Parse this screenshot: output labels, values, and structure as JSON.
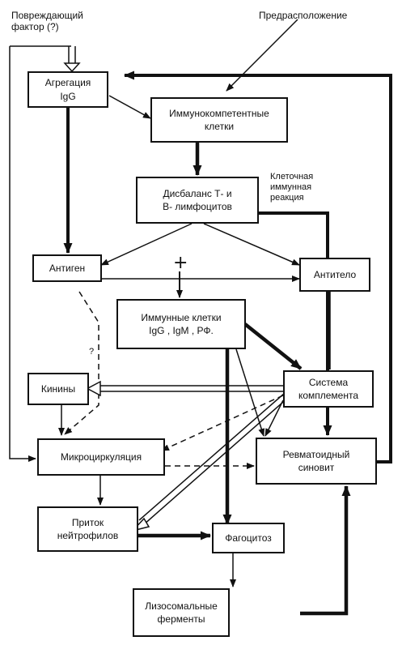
{
  "labels": {
    "damaging_factor": "Повреждающий\nфактор (?)",
    "predisposition": "Предрасположение",
    "cellular_reaction": "Клеточная\nиммунная\nреакция",
    "plus": "+",
    "question": "?"
  },
  "nodes": {
    "aggregation": "Агрегация\nIgG",
    "immunocompetent": "Иммунокомпетентные\nклетки",
    "disbalance": "Дисбаланс Т- и\nВ- лимфоцитов",
    "antigen": "Антиген",
    "antibody": "Антитело",
    "immune_cells": "Иммунные клетки\nIgG , IgM , РФ.",
    "kinins": "Кинины",
    "complement": "Система\nкомплемента",
    "microcirculation": "Микроциркуляция",
    "synovitis": "Ревматоидный\nсиновит",
    "neutrophil_inflow": "Приток\nнейтрофилов",
    "phagocytosis": "Фагоцитоз",
    "lysosomal": "Лизосомальные\nферменты"
  }
}
